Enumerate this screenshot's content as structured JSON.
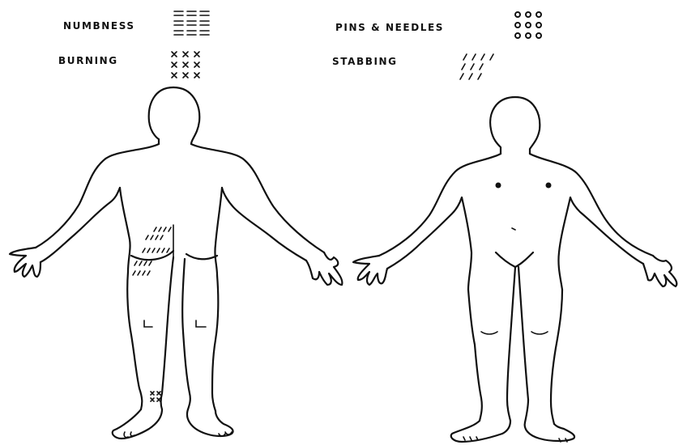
{
  "legend": {
    "numbness": {
      "label": "NUMBNESS",
      "symbol": "≡",
      "symbol_name": "triple-dash"
    },
    "pins_needles": {
      "label": "PINS & NEEDLES",
      "symbol": "o",
      "symbol_name": "circle"
    },
    "burning": {
      "label": "BURNING",
      "symbol": "x",
      "symbol_name": "cross"
    },
    "stabbing": {
      "label": "STABBING",
      "symbol": "/",
      "symbol_name": "slash"
    }
  },
  "figures": [
    {
      "view": "back",
      "marked_regions": [
        "lower back / left buttock",
        "left posterior thigh",
        "left ankle"
      ],
      "marks": [
        "stabbing",
        "stabbing",
        "burning"
      ]
    },
    {
      "view": "front",
      "marked_regions": []
    }
  ],
  "colors": {
    "ink": "#111111",
    "background": "#ffffff"
  }
}
